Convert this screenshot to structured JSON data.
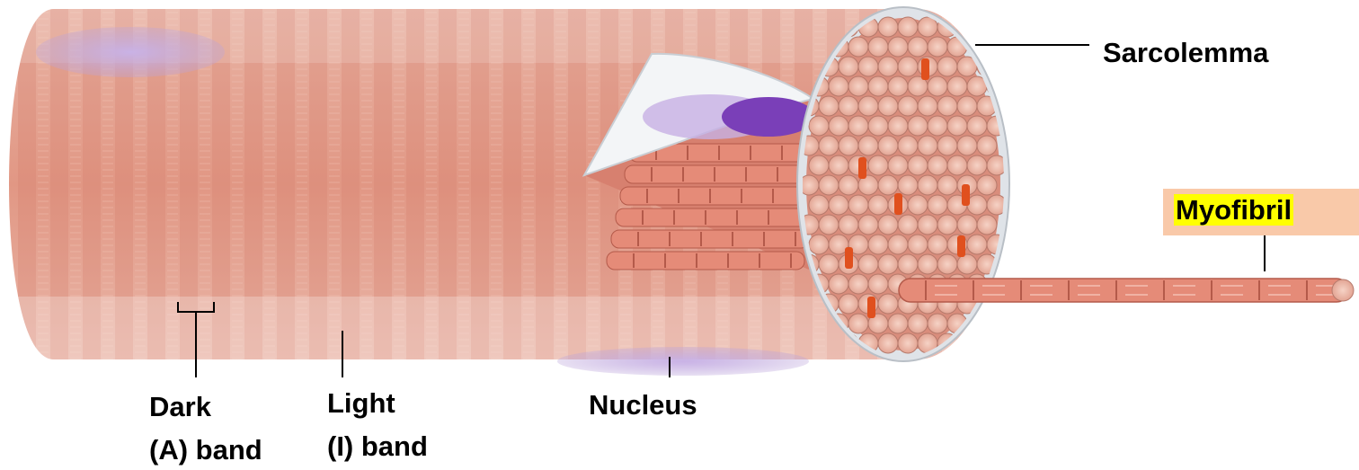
{
  "labels": {
    "sarcolemma": "Sarcolemma",
    "myofibril": "Myofibril",
    "nucleus": "Nucleus",
    "dark_band_line1": "Dark",
    "dark_band_line2": "(A) band",
    "light_band_line1": "Light",
    "light_band_line2": "(I) band"
  },
  "colors": {
    "muscle_pink": "#e8a592",
    "muscle_light": "#f4c7b8",
    "myofibril_red": "#e07a6a",
    "nucleus_purple": "#b59bd6",
    "nucleus_dark": "#7a3fb8",
    "sarcolemma_edge": "#dfe3e8",
    "myofibril_highlight": "#ffff00",
    "myofibril_label_bg": "#f9c9a9",
    "mitochondria_orange": "#e0501e"
  }
}
